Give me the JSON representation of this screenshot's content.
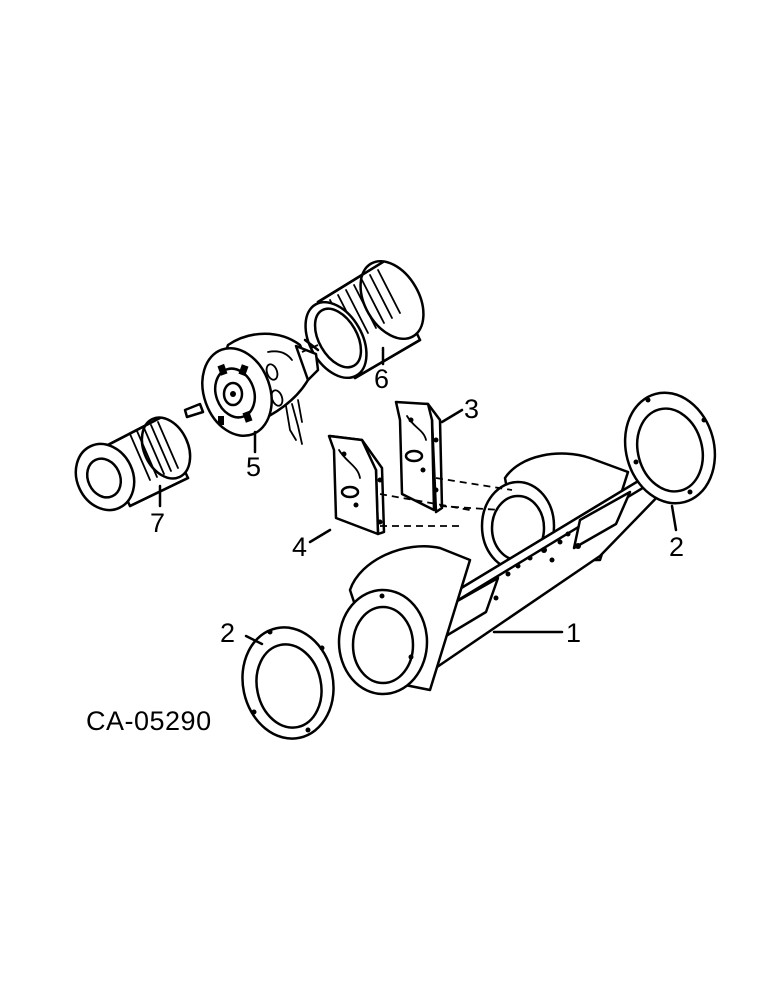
{
  "figure": {
    "code": "CA-05290"
  },
  "callouts": [
    {
      "id": "housing",
      "number": "1"
    },
    {
      "id": "ring-right",
      "number": "2"
    },
    {
      "id": "ring-left",
      "number": "2"
    },
    {
      "id": "bracket-rear",
      "number": "3"
    },
    {
      "id": "bracket-front",
      "number": "4"
    },
    {
      "id": "motor",
      "number": "5"
    },
    {
      "id": "wheel-rear",
      "number": "6"
    },
    {
      "id": "wheel-front",
      "number": "7"
    }
  ],
  "parts": [
    {
      "name": "blower-housing-icon"
    },
    {
      "name": "mounting-ring-icon"
    },
    {
      "name": "bracket-icon"
    },
    {
      "name": "blower-motor-icon"
    },
    {
      "name": "blower-wheel-icon"
    }
  ]
}
